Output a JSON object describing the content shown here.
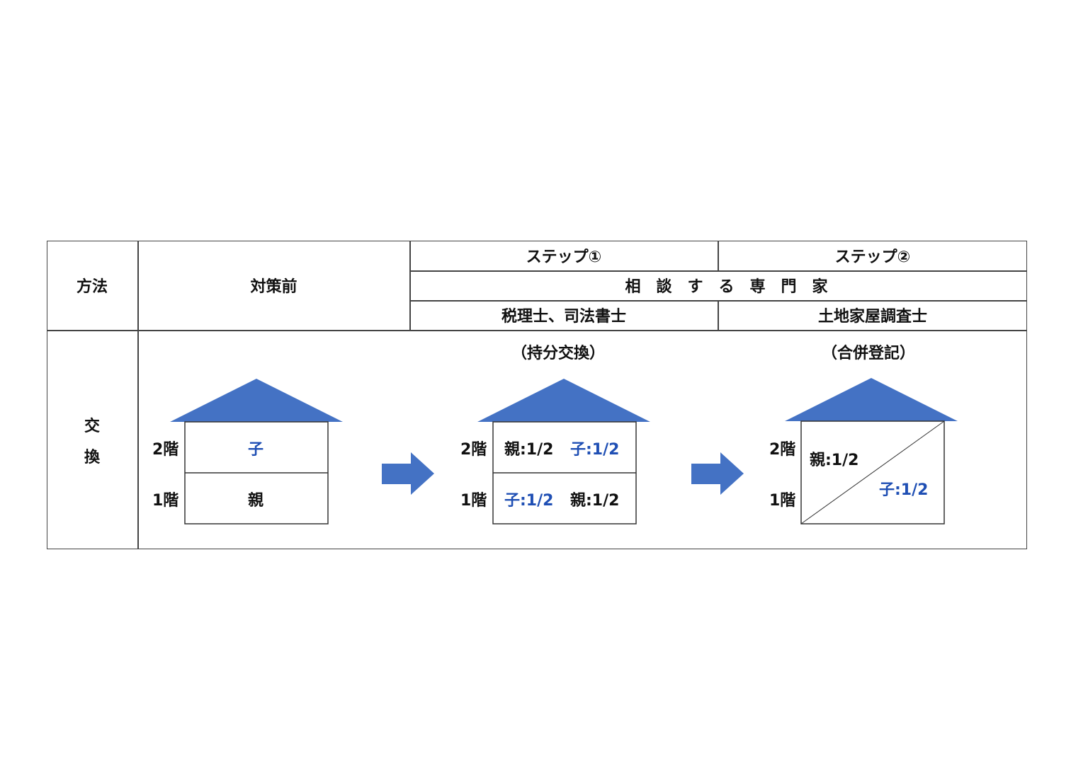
{
  "table": {
    "header": {
      "method": "方法",
      "before": "対策前",
      "step1": "ステップ①",
      "step2": "ステップ②",
      "expert": "相談する専門家",
      "step1_expert": "税理士、司法書士",
      "step2_expert": "土地家屋調査士"
    },
    "row": {
      "method_chars": [
        "交",
        "換"
      ]
    }
  },
  "diagram": {
    "step1_caption": "（持分交換）",
    "step2_caption": "（合併登記）",
    "floor2": "2階",
    "floor1": "1階",
    "before": {
      "floor2": "子",
      "floor1": "親"
    },
    "step1": {
      "floor2_parent": "親:1/2",
      "floor2_child": "子:1/2",
      "floor1_child": "子:1/2",
      "floor1_parent": "親:1/2"
    },
    "step2": {
      "parent": "親:1/2",
      "child": "子:1/2"
    },
    "colors": {
      "roof": "#4472c4",
      "arrow": "#4472c4",
      "child_text": "#1f4fb4"
    }
  }
}
